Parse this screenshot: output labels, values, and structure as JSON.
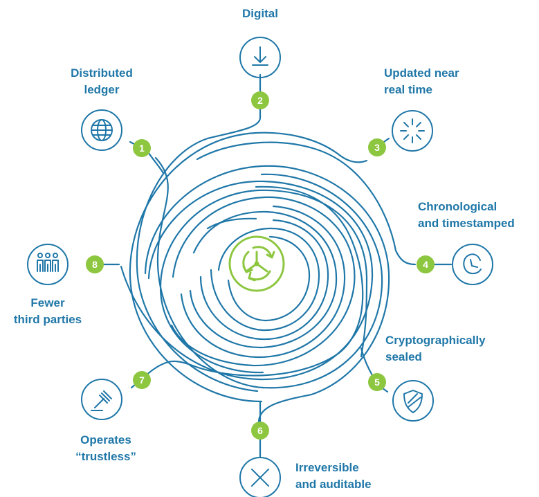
{
  "colors": {
    "primary": "#1f77a8",
    "accent": "#8dc63f",
    "background": "#ffffff"
  },
  "center_icon": "recycle-cycle-icon",
  "features": [
    {
      "number": "1",
      "label_lines": [
        "Distributed",
        "ledger"
      ],
      "icon": "globe-icon"
    },
    {
      "number": "2",
      "label_lines": [
        "Digital"
      ],
      "icon": "download-icon"
    },
    {
      "number": "3",
      "label_lines": [
        "Updated near",
        "real time"
      ],
      "icon": "burst-icon"
    },
    {
      "number": "4",
      "label_lines": [
        "Chronological",
        "and timestamped"
      ],
      "icon": "clock-refresh-icon"
    },
    {
      "number": "5",
      "label_lines": [
        "Cryptographically",
        "sealed"
      ],
      "icon": "shield-icon"
    },
    {
      "number": "6",
      "label_lines": [
        "Irreversible",
        "and auditable"
      ],
      "icon": "x-icon"
    },
    {
      "number": "7",
      "label_lines": [
        "Operates",
        "“trustless”"
      ],
      "icon": "gavel-icon"
    },
    {
      "number": "8",
      "label_lines": [
        "Fewer",
        "third parties"
      ],
      "icon": "people-icon"
    }
  ]
}
